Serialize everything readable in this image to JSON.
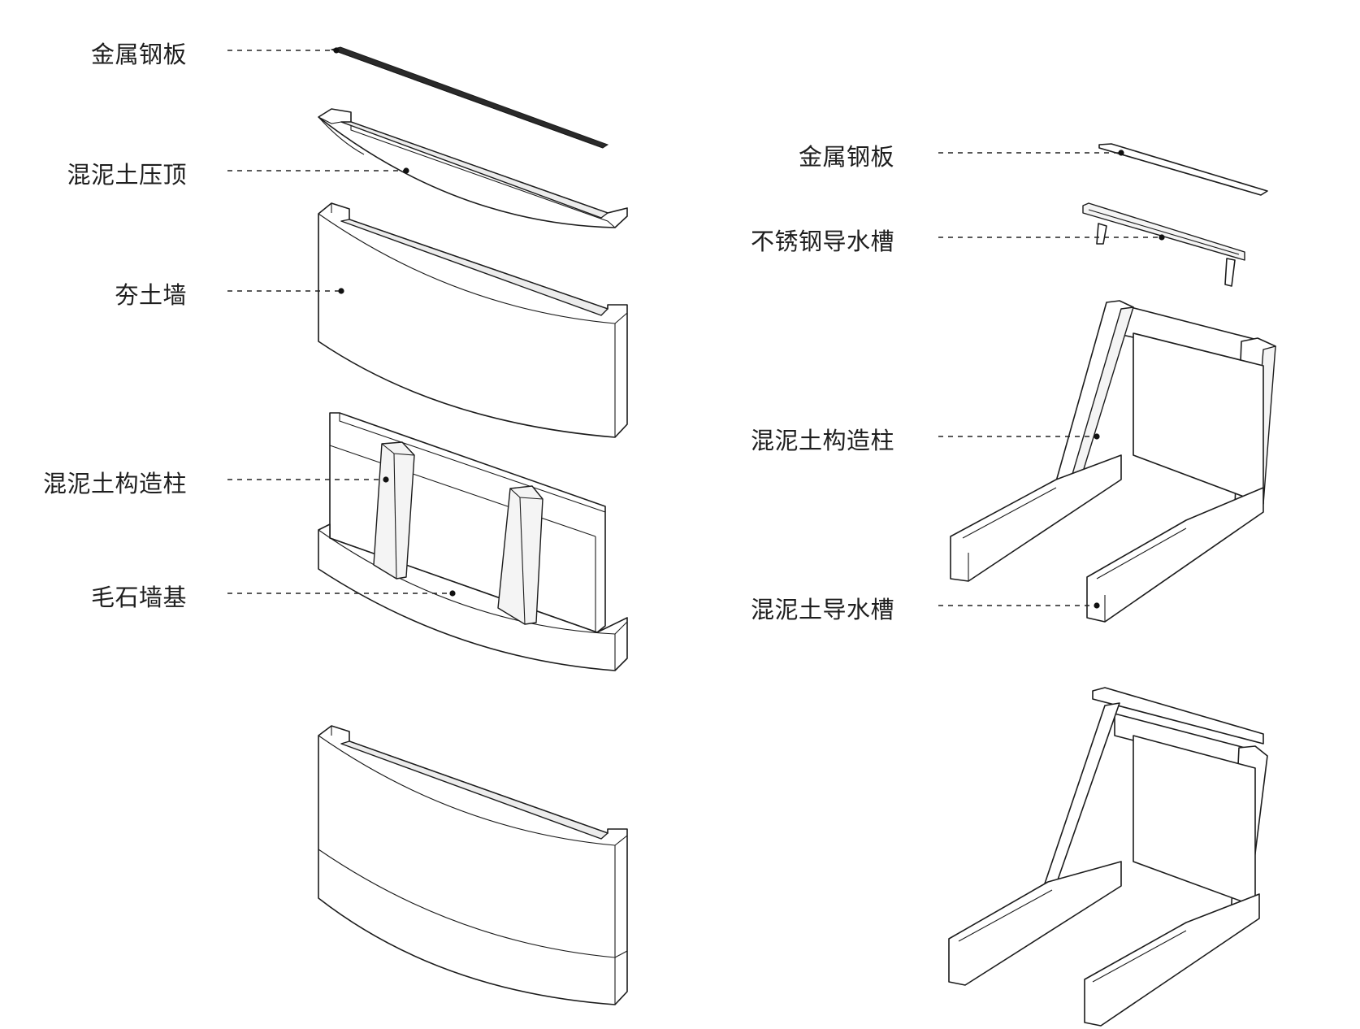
{
  "left_labels": {
    "metal_plate": "金属钢板",
    "concrete_coping": "混泥土压顶",
    "rammed_earth_wall": "夯土墙",
    "concrete_column": "混泥土构造柱",
    "rubble_foundation": "毛石墙基"
  },
  "right_labels": {
    "metal_plate": "金属钢板",
    "steel_gutter": "不锈钢导水槽",
    "concrete_column": "混泥土构造柱",
    "concrete_gutter": "混泥土导水槽"
  }
}
